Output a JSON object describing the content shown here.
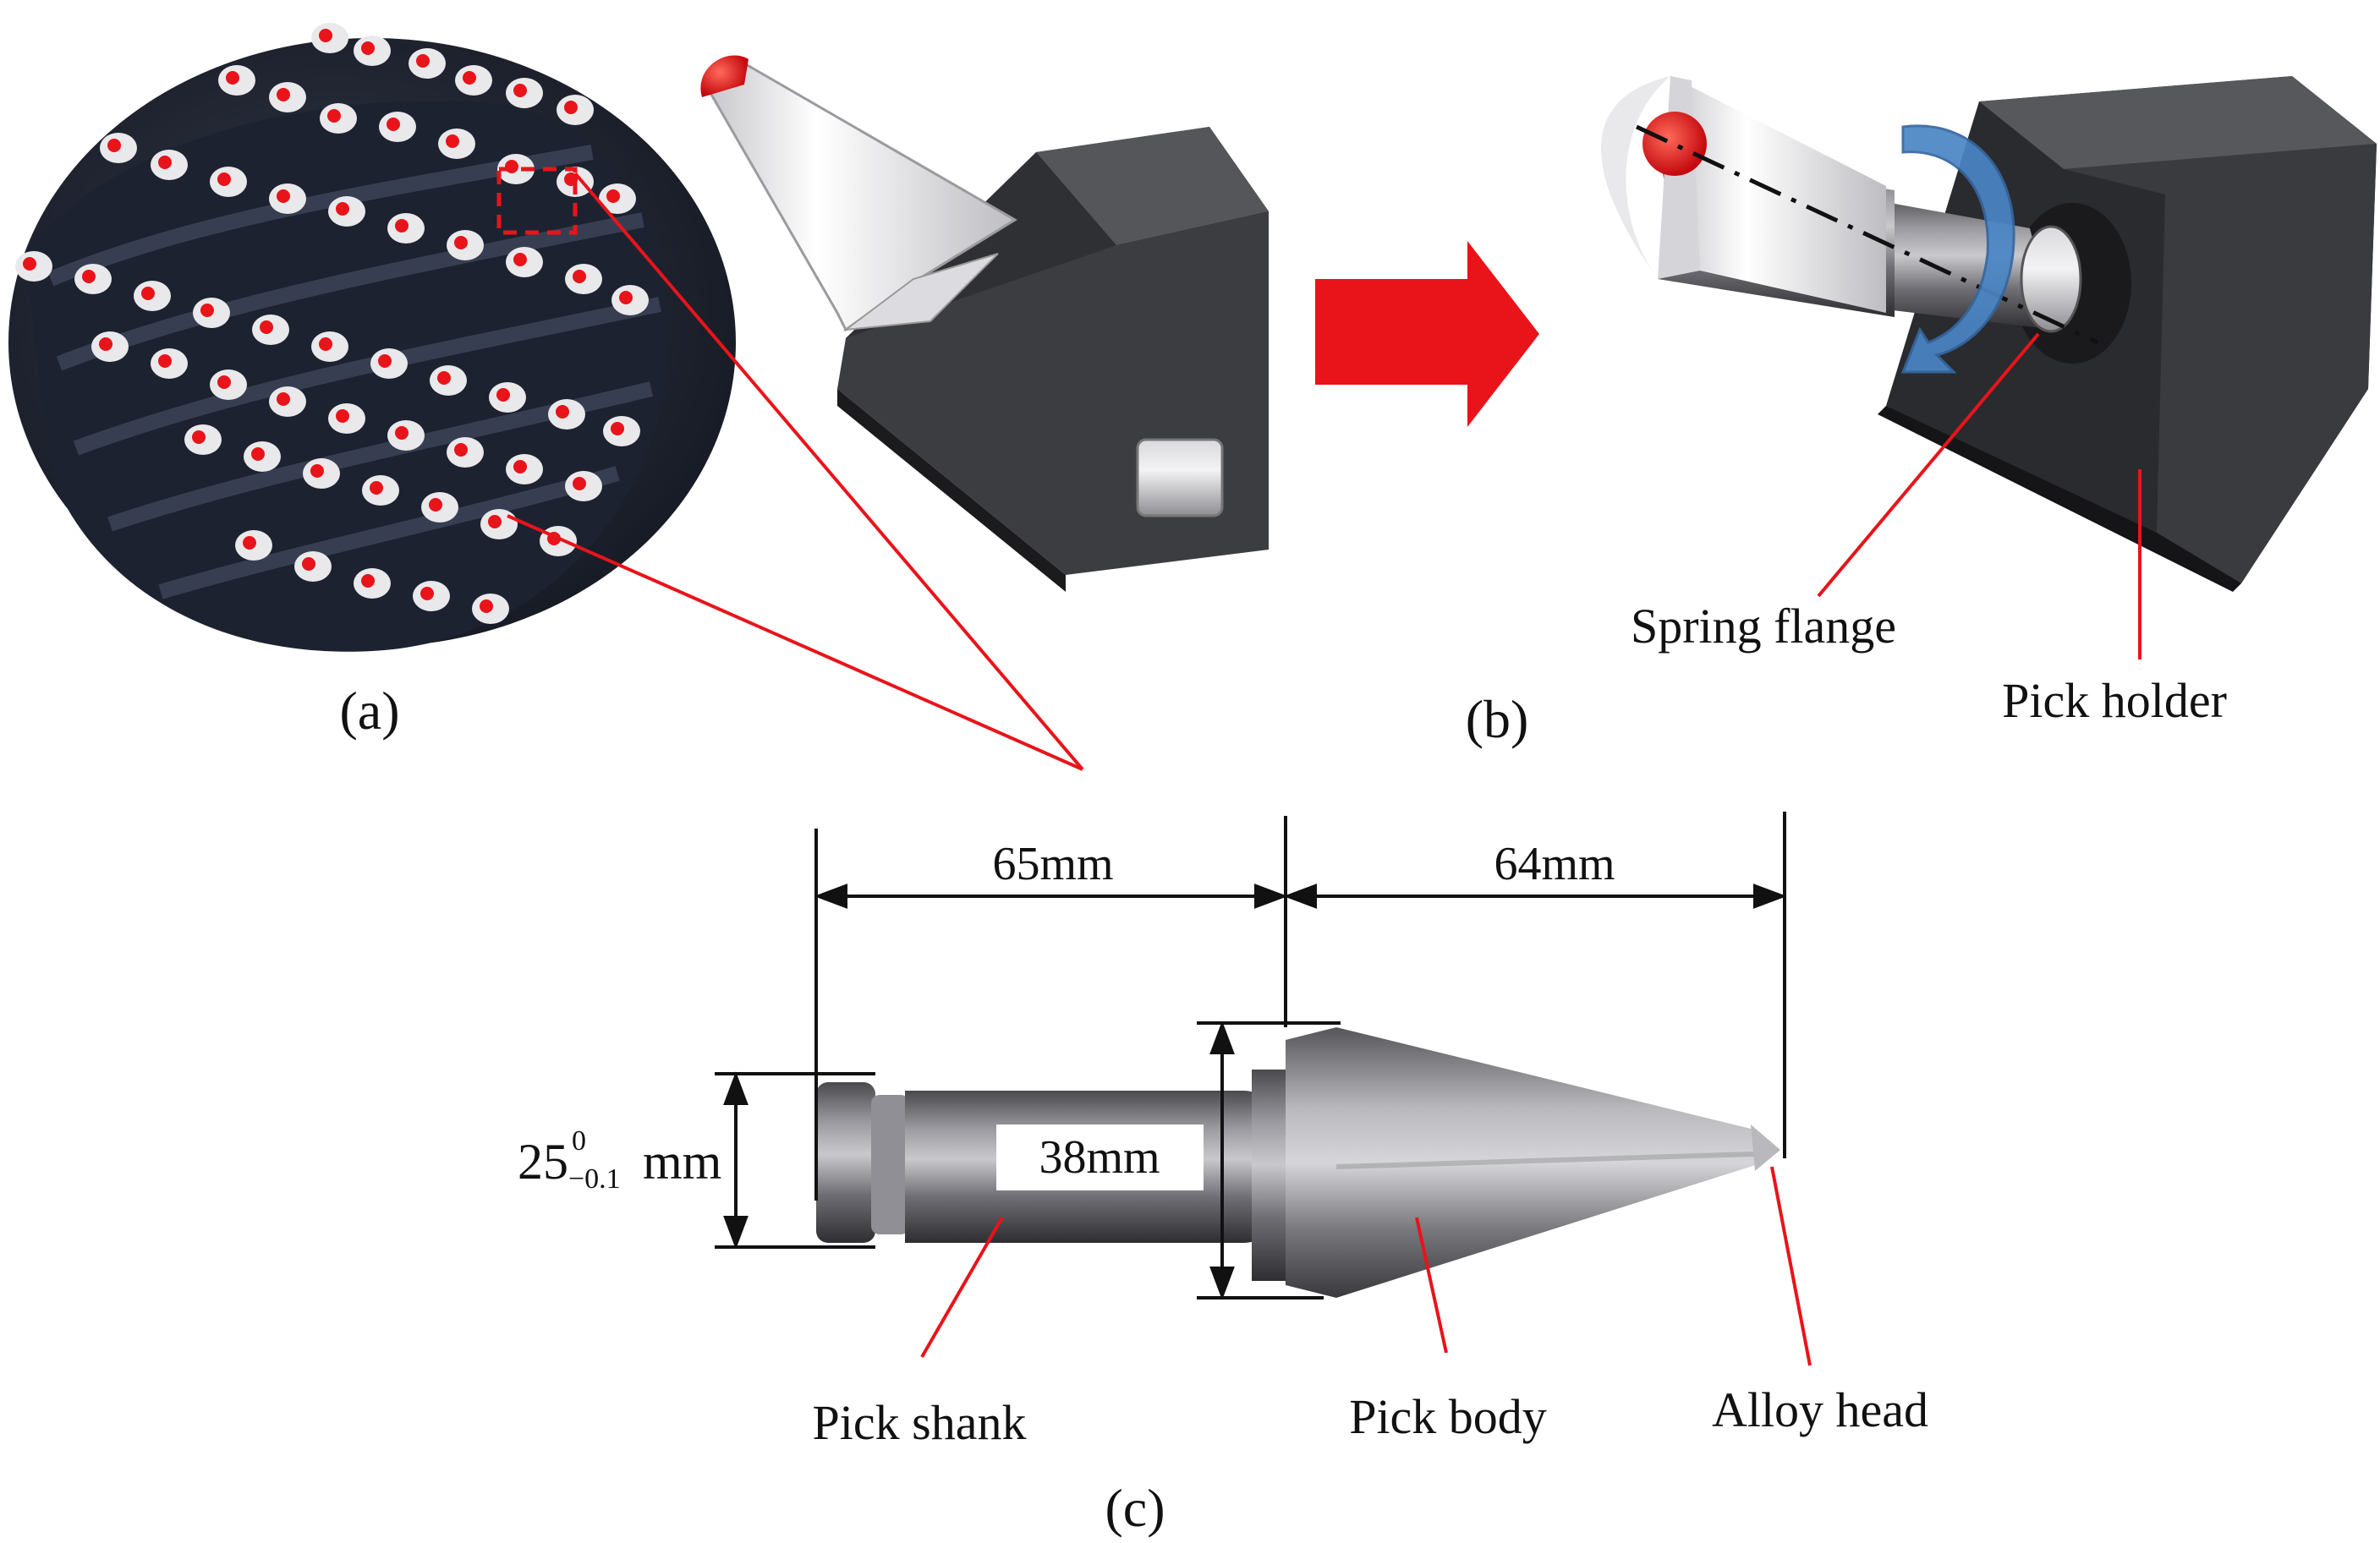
{
  "panels": {
    "a": {
      "label": "(a)"
    },
    "b": {
      "label": "(b)"
    },
    "c": {
      "label": "(c)"
    }
  },
  "callouts": {
    "spring_flange": "Spring flange",
    "pick_holder": "Pick holder",
    "pick_shank": "Pick shank",
    "pick_body": "Pick body",
    "alloy_head": "Alloy head"
  },
  "dimensions": {
    "shank_length": "65mm",
    "body_length": "64mm",
    "body_diameter": "38mm",
    "shank_diameter_value": "25",
    "shank_diameter_upper": "0",
    "shank_diameter_lower": "−0.1",
    "shank_diameter_unit": "mm"
  },
  "colors": {
    "accent_red": "#e8141a",
    "rotation_arrow": "#4a86c5",
    "holder_gray": "#3c3d40",
    "drum_dark": "#1f2430"
  }
}
